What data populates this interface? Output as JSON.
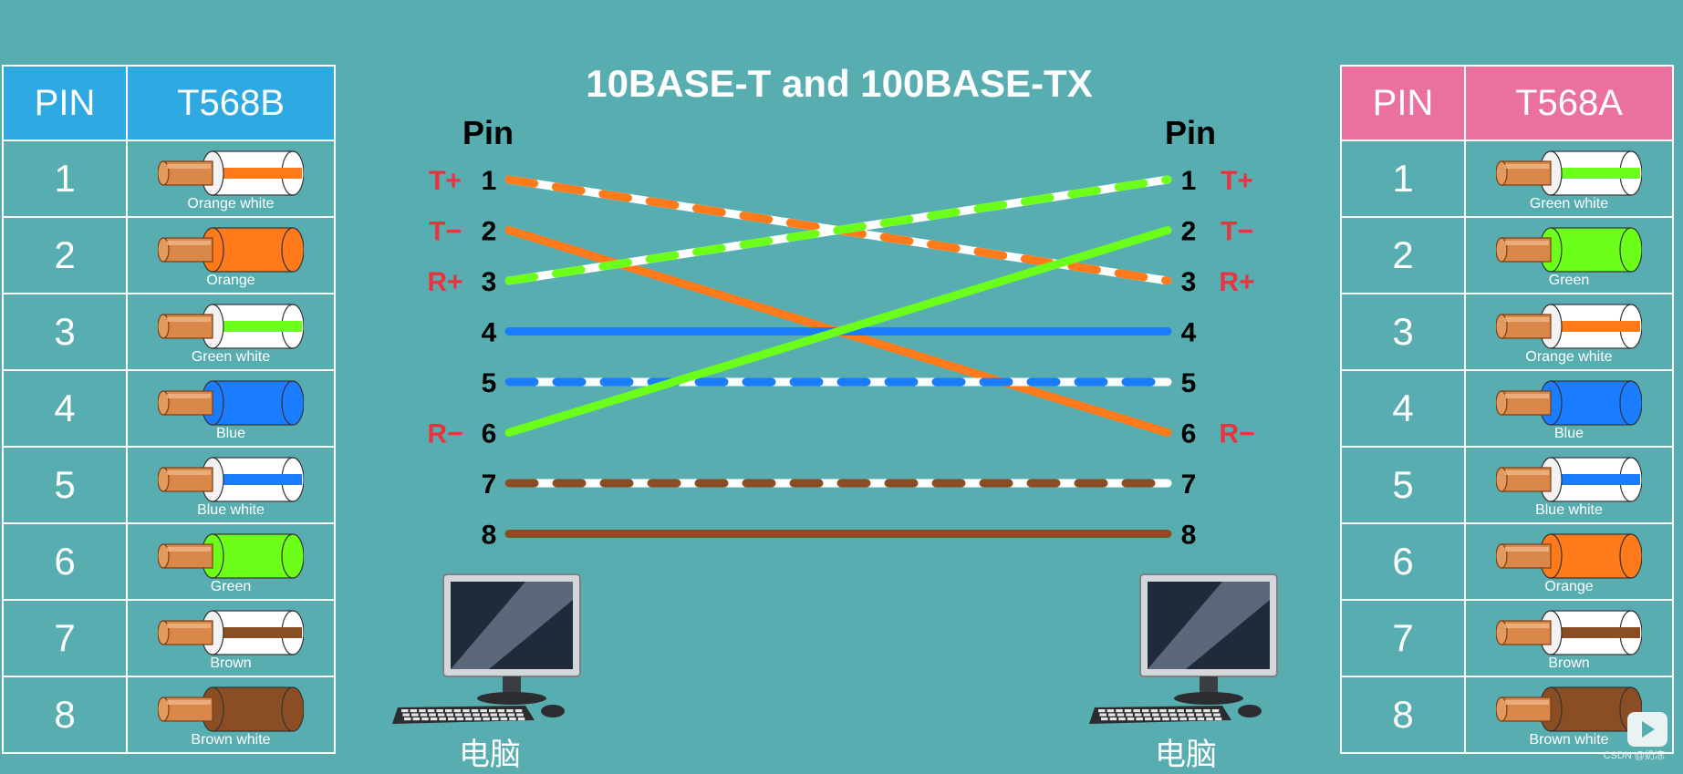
{
  "title": "10BASE-T and 100BASE-TX",
  "left_table": {
    "header_pin": "PIN",
    "header_standard": "T568B",
    "header_color": "#2ea9e1",
    "rows": [
      {
        "pin": "1",
        "label": "Orange white",
        "color": "#ff7a1a",
        "striped": true
      },
      {
        "pin": "2",
        "label": "Orange",
        "color": "#ff7a1a",
        "striped": false
      },
      {
        "pin": "3",
        "label": "Green white",
        "color": "#6cff1a",
        "striped": true
      },
      {
        "pin": "4",
        "label": "Blue",
        "color": "#1a7cff",
        "striped": false
      },
      {
        "pin": "5",
        "label": "Blue white",
        "color": "#1a7cff",
        "striped": true
      },
      {
        "pin": "6",
        "label": "Green",
        "color": "#6cff1a",
        "striped": false
      },
      {
        "pin": "7",
        "label": "Brown",
        "color": "#8b4e24",
        "striped": true
      },
      {
        "pin": "8",
        "label": "Brown white",
        "color": "#8b4e24",
        "striped": false
      }
    ]
  },
  "right_table": {
    "header_pin": "PIN",
    "header_standard": "T568A",
    "header_color": "#e9709f",
    "rows": [
      {
        "pin": "1",
        "label": "Green white",
        "color": "#6cff1a",
        "striped": true
      },
      {
        "pin": "2",
        "label": "Green",
        "color": "#6cff1a",
        "striped": false
      },
      {
        "pin": "3",
        "label": "Orange white",
        "color": "#ff7a1a",
        "striped": true
      },
      {
        "pin": "4",
        "label": "Blue",
        "color": "#1a7cff",
        "striped": false
      },
      {
        "pin": "5",
        "label": "Blue white",
        "color": "#1a7cff",
        "striped": true
      },
      {
        "pin": "6",
        "label": "Orange",
        "color": "#ff7a1a",
        "striped": false
      },
      {
        "pin": "7",
        "label": "Brown",
        "color": "#8b4e24",
        "striped": true
      },
      {
        "pin": "8",
        "label": "Brown white",
        "color": "#8b4e24",
        "striped": false
      }
    ]
  },
  "diagram": {
    "pin_header": "Pin",
    "pins": [
      "1",
      "2",
      "3",
      "4",
      "5",
      "6",
      "7",
      "8"
    ],
    "left_signals": [
      {
        "pin": "1",
        "text": "T+"
      },
      {
        "pin": "2",
        "text": "T−"
      },
      {
        "pin": "3",
        "text": "R+"
      },
      {
        "pin": "6",
        "text": "R−"
      }
    ],
    "right_signals": [
      {
        "pin": "1",
        "text": "T+"
      },
      {
        "pin": "2",
        "text": "T−"
      },
      {
        "pin": "3",
        "text": "R+"
      },
      {
        "pin": "6",
        "text": "R−"
      }
    ],
    "signal_color": "#e8343f",
    "connections": [
      {
        "from": 1,
        "to": 3,
        "color": "#ff7a1a",
        "striped": true
      },
      {
        "from": 2,
        "to": 6,
        "color": "#ff7a1a",
        "striped": false
      },
      {
        "from": 3,
        "to": 1,
        "color": "#6cff1a",
        "striped": true
      },
      {
        "from": 4,
        "to": 4,
        "color": "#1a7cff",
        "striped": false
      },
      {
        "from": 5,
        "to": 5,
        "color": "#1a7cff",
        "striped": true
      },
      {
        "from": 6,
        "to": 2,
        "color": "#6cff1a",
        "striped": false
      },
      {
        "from": 7,
        "to": 7,
        "color": "#8b4e24",
        "striped": true
      },
      {
        "from": 8,
        "to": 8,
        "color": "#8b4e24",
        "striped": false
      }
    ]
  },
  "computers": {
    "left_label": "电脑",
    "right_label": "电脑"
  },
  "watermark": "CSDN @奶冻",
  "icons": [
    "computer-icon",
    "keyboard-icon",
    "mouse-icon",
    "wire-end-icon",
    "play-button-icon"
  ]
}
